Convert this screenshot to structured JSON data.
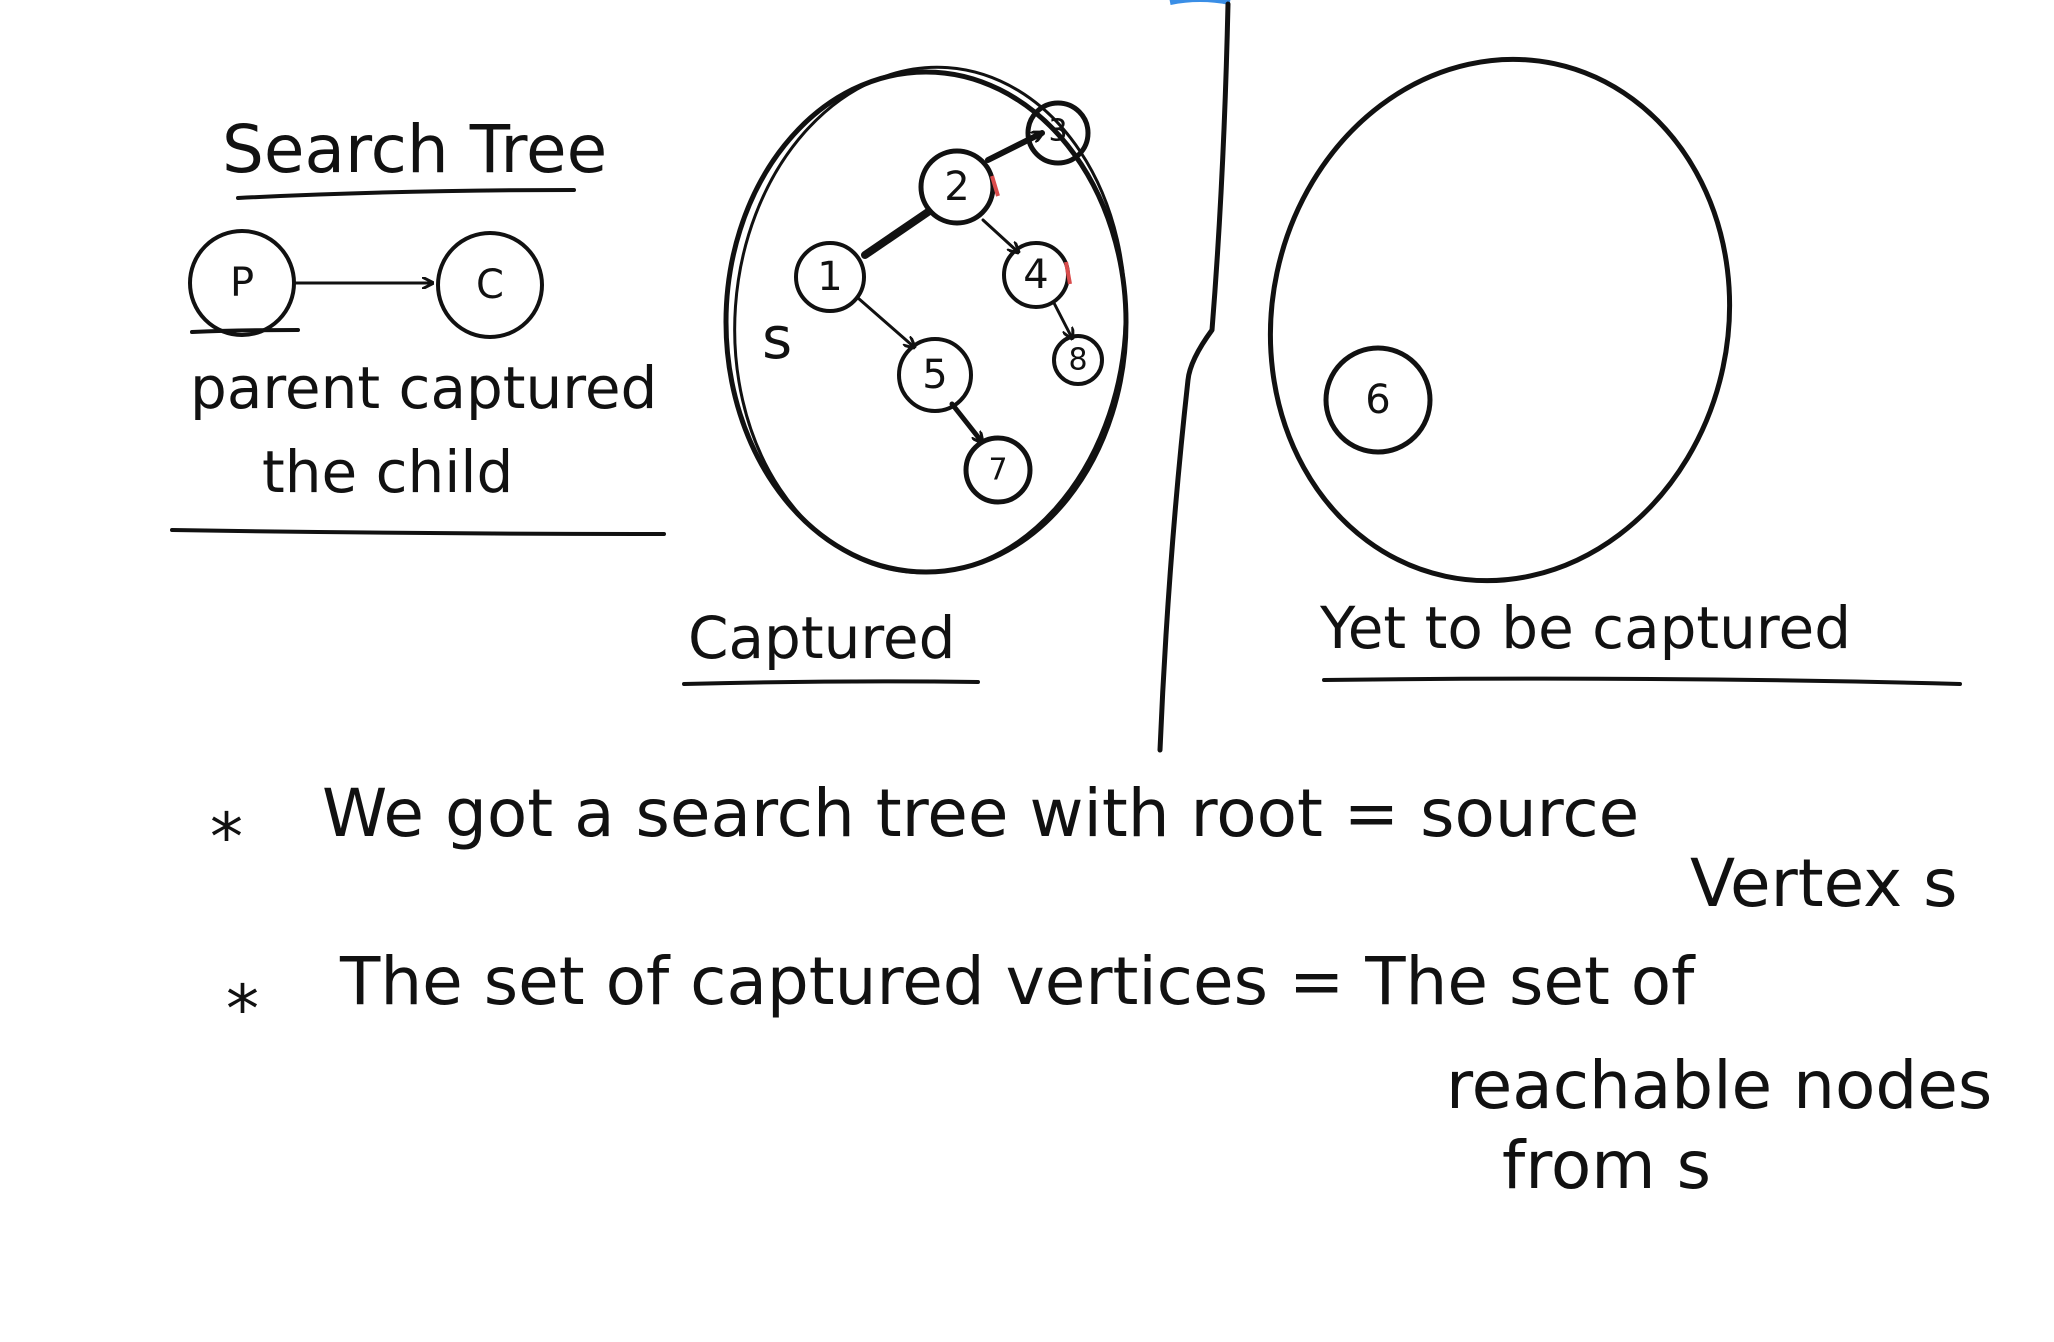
{
  "legend": {
    "title": "Search Tree",
    "parent_label": "P",
    "child_label": "C",
    "caption_line1": "parent captured",
    "caption_line2": "the child"
  },
  "captured": {
    "label": "Captured",
    "source_label": "s",
    "nodes": [
      "1",
      "2",
      "3",
      "4",
      "5",
      "7",
      "8"
    ]
  },
  "uncaptured": {
    "label": "Yet to be captured",
    "nodes": [
      "6"
    ]
  },
  "notes": {
    "bullet": "*",
    "note1_line1": "We got a search tree with root = source",
    "note1_line2": "Vertex s",
    "note2_line1": "The set of captured vertices = The set of",
    "note2_line2": "reachable nodes",
    "note2_line3": "from s"
  },
  "colors": {
    "ink": "#111111",
    "accent_mark": "#d94c4c",
    "top_blue": "#3a8ee6"
  }
}
